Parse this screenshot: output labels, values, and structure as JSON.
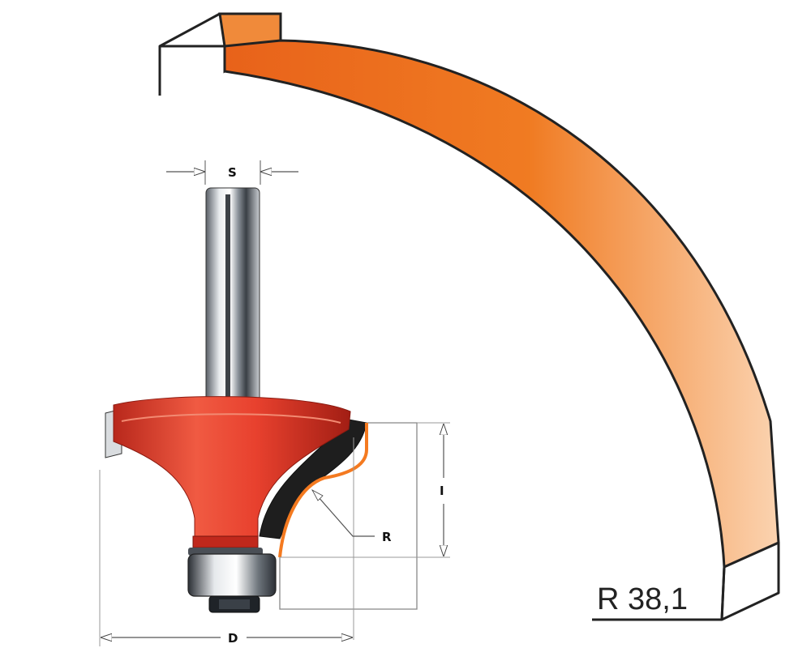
{
  "labels": {
    "shank_diameter": "S",
    "cut_height": "I",
    "profile_radius": "R",
    "cut_diameter": "D",
    "radius_value": "R 38,1"
  },
  "colors": {
    "bit_body": "#e8412e",
    "arc_orange": "#f07b22",
    "profile_line": "#f47a20",
    "outline": "#222222",
    "dimension_line": "#555555"
  }
}
